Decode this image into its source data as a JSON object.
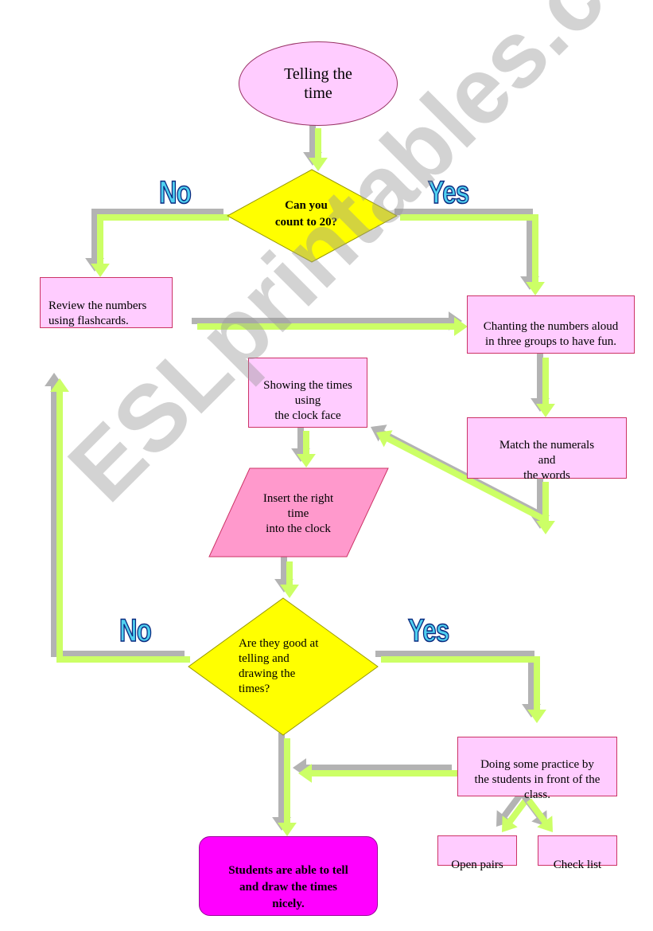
{
  "title": "Telling the\ntime",
  "decision1": {
    "question": "Can you\ncount to 20?",
    "no_label": "No",
    "yes_label": "Yes"
  },
  "review": "Review the numbers\nusing flashcards.",
  "chanting": "Chanting the numbers aloud\nin three groups to have fun.",
  "showing": "Showing the times\nusing\nthe clock face",
  "match": "Match the numerals\nand\nthe words",
  "insert": "Insert the right\ntime\ninto the clock",
  "decision2": {
    "question": "Are they good at\ntelling and\ndrawing the\ntimes?",
    "no_label": "No",
    "yes_label": "Yes"
  },
  "practice": "Doing some practice by\nthe students in front of the\nclass.",
  "open_pairs": "Open pairs",
  "check_list": "Check list",
  "final": "Students are able to tell\nand draw the times\nnicely.",
  "watermark": "ESLprintables.com",
  "colors": {
    "arrow": "#ccff66",
    "arrow_shadow": "#b3b3b3",
    "node_fill": "#ffccff",
    "decision_fill": "#ffff00",
    "parallelogram_fill": "#ff99cc",
    "final_fill": "#ff00ff",
    "label_fill": "#4fd0f0"
  }
}
